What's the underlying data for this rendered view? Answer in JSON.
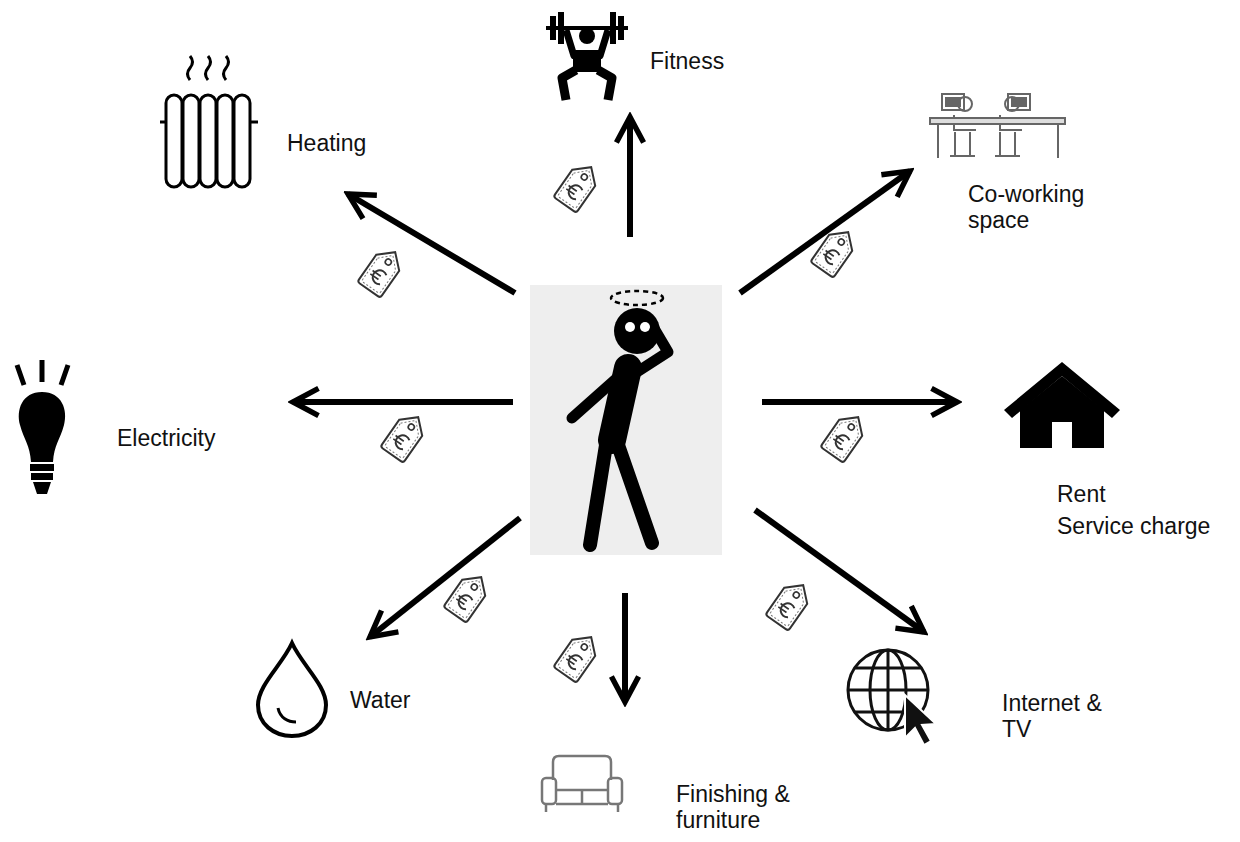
{
  "diagram": {
    "labels": [
      "Fitness",
      "Heating",
      "Co-working space",
      "Electricity",
      "Rent",
      "Service charge",
      "Water",
      "Internet & TV",
      "Finishing & furniture"
    ]
  }
}
